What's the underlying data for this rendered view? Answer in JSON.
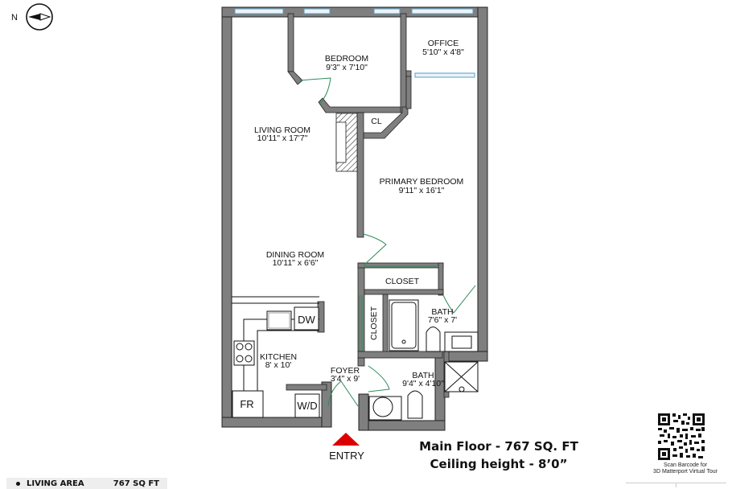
{
  "compass": {
    "label": "N",
    "icon": "north-arrow-icon"
  },
  "rooms": {
    "bedroom": {
      "name": "BEDROOM",
      "dims": "9'3\" x 7'10\""
    },
    "office": {
      "name": "OFFICE",
      "dims": "5'10\" x 4'8\""
    },
    "cl": {
      "name": "CL"
    },
    "living_room": {
      "name": "LIVING ROOM",
      "dims": "10'11\" x 17'7\""
    },
    "primary_bedroom": {
      "name": "PRIMARY BEDROOM",
      "dims": "9'11\" x 16'1\""
    },
    "dining_room": {
      "name": "DINING ROOM",
      "dims": "10'11\" x 6'6\""
    },
    "closet_h": {
      "name": "CLOSET"
    },
    "closet_v": {
      "name": "CLOSET"
    },
    "bath_upper": {
      "name": "BATH",
      "dims": "7'6\" x 7'"
    },
    "kitchen": {
      "name": "KITCHEN",
      "dims": "8' x 10'"
    },
    "foyer": {
      "name": "FOYER",
      "dims": "3'4\" x 9'"
    },
    "bath_lower": {
      "name": "BATH",
      "dims": "9'4\" x 4'10\""
    }
  },
  "fixtures": {
    "dishwasher": "DW",
    "fridge": "FR",
    "washer_dryer": "W/D"
  },
  "entry": {
    "label": "ENTRY",
    "color": "#dd0000"
  },
  "summary": {
    "line1": "Main Floor - 767 SQ. FT",
    "line2": "Ceiling height - 8’0”"
  },
  "qr": {
    "caption_line1": "Scan Barcode for",
    "caption_line2": "3D Matterport Virtual Tour"
  },
  "legend": {
    "label": "LIVING AREA",
    "value": "767 SQ FT"
  },
  "colors": {
    "wall": "#7f7f7f",
    "wall_outline": "#222222",
    "window": "#9cc4dc",
    "door_swing": "#2e8b57",
    "entry_marker": "#dd0000"
  }
}
